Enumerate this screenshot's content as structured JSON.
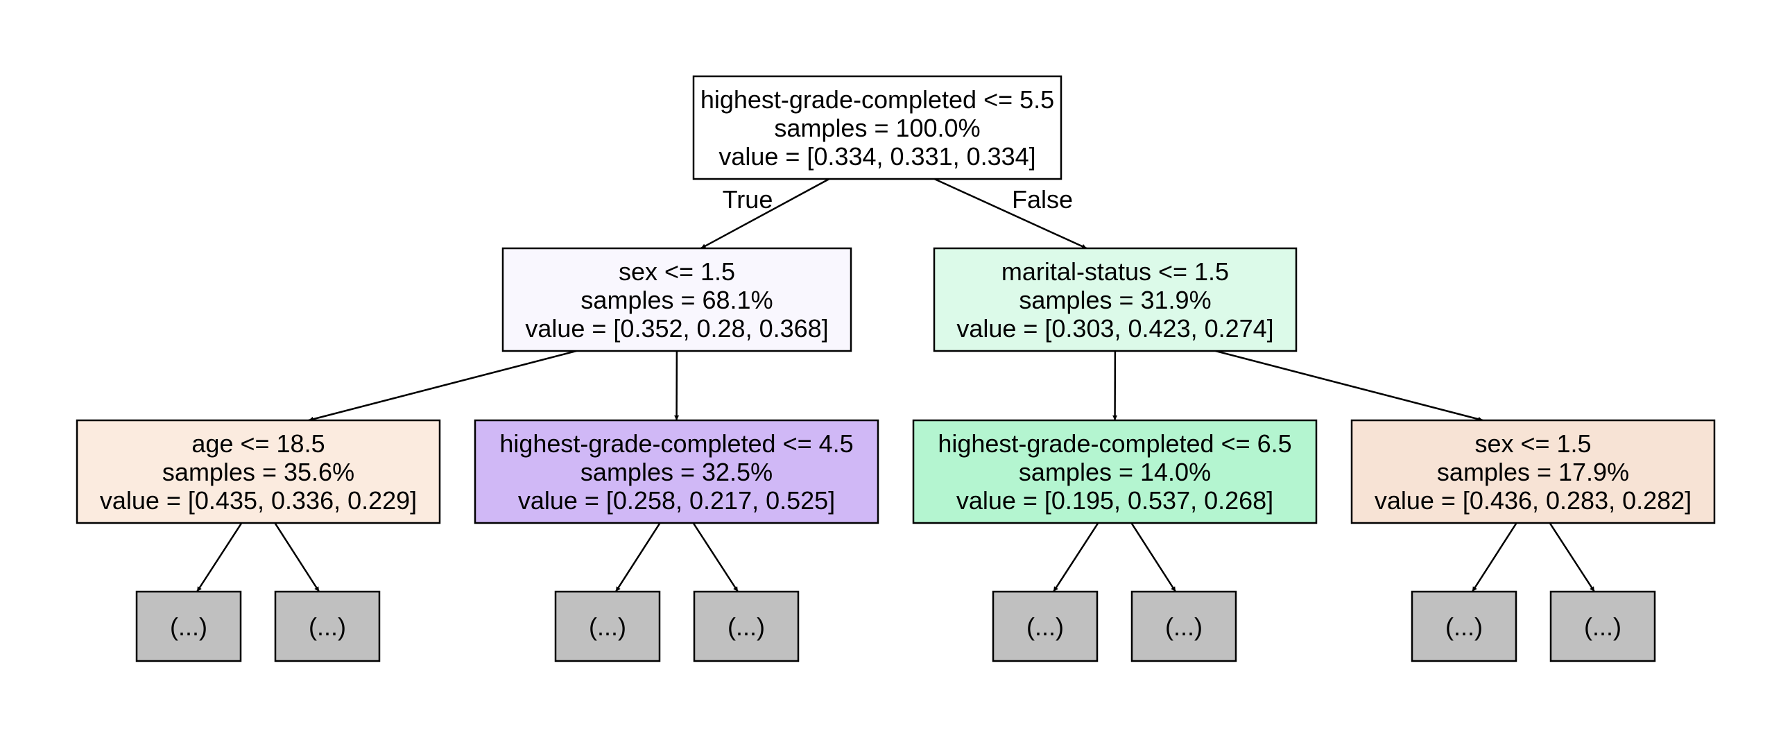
{
  "tree": {
    "nodes": [
      {
        "id": "root",
        "lines": [
          "highest-grade-completed <= 5.5",
          "samples = 100.0%",
          "value = [0.334, 0.331, 0.334]"
        ],
        "fill": "#ffffff"
      },
      {
        "id": "n1",
        "lines": [
          "sex <= 1.5",
          "samples = 68.1%",
          "value = [0.352, 0.28, 0.368]"
        ],
        "fill": "#f9f7fe"
      },
      {
        "id": "n2",
        "lines": [
          "marital-status <= 1.5",
          "samples = 31.9%",
          "value = [0.303, 0.423, 0.274]"
        ],
        "fill": "#dcfae9"
      },
      {
        "id": "n3",
        "lines": [
          "age <= 18.5",
          "samples = 35.6%",
          "value = [0.435, 0.336, 0.229]"
        ],
        "fill": "#fbebdf"
      },
      {
        "id": "n4",
        "lines": [
          "highest-grade-completed <= 4.5",
          "samples = 32.5%",
          "value = [0.258, 0.217, 0.525]"
        ],
        "fill": "#d0b8f6"
      },
      {
        "id": "n5",
        "lines": [
          "highest-grade-completed <= 6.5",
          "samples = 14.0%",
          "value = [0.195, 0.537, 0.268]"
        ],
        "fill": "#b4f5d0"
      },
      {
        "id": "n6",
        "lines": [
          "sex <= 1.5",
          "samples = 17.9%",
          "value = [0.436, 0.283, 0.282]"
        ],
        "fill": "#f7e3d5"
      },
      {
        "id": "t1",
        "lines": [
          "(...)"
        ],
        "fill": "#c0c0c0"
      },
      {
        "id": "t2",
        "lines": [
          "(...)"
        ],
        "fill": "#c0c0c0"
      },
      {
        "id": "t3",
        "lines": [
          "(...)"
        ],
        "fill": "#c0c0c0"
      },
      {
        "id": "t4",
        "lines": [
          "(...)"
        ],
        "fill": "#c0c0c0"
      },
      {
        "id": "t5",
        "lines": [
          "(...)"
        ],
        "fill": "#c0c0c0"
      },
      {
        "id": "t6",
        "lines": [
          "(...)"
        ],
        "fill": "#c0c0c0"
      },
      {
        "id": "t7",
        "lines": [
          "(...)"
        ],
        "fill": "#c0c0c0"
      },
      {
        "id": "t8",
        "lines": [
          "(...)"
        ],
        "fill": "#c0c0c0"
      }
    ],
    "edges": [
      {
        "from": "root",
        "to": "n1",
        "label": "True"
      },
      {
        "from": "root",
        "to": "n2",
        "label": "False"
      },
      {
        "from": "n1",
        "to": "n3"
      },
      {
        "from": "n1",
        "to": "n4"
      },
      {
        "from": "n2",
        "to": "n5"
      },
      {
        "from": "n2",
        "to": "n6"
      },
      {
        "from": "n3",
        "to": "t1"
      },
      {
        "from": "n3",
        "to": "t2"
      },
      {
        "from": "n4",
        "to": "t3"
      },
      {
        "from": "n4",
        "to": "t4"
      },
      {
        "from": "n5",
        "to": "t5"
      },
      {
        "from": "n5",
        "to": "t6"
      },
      {
        "from": "n6",
        "to": "t7"
      },
      {
        "from": "n6",
        "to": "t8"
      }
    ]
  }
}
